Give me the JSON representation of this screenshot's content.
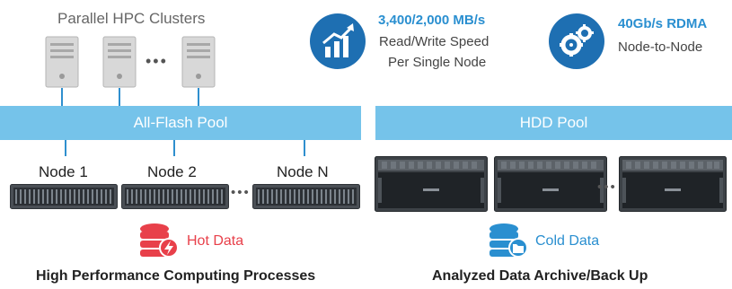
{
  "clusters": {
    "title": "Parallel HPC Clusters",
    "ellipsis": "•••"
  },
  "stats": {
    "speed": {
      "value": "3,400/2,000 MB/s",
      "line1": "Read/Write Speed",
      "line2": "Per Single Node",
      "icon": "rising-chart-icon"
    },
    "network": {
      "value": "40Gb/s RDMA",
      "line1": "Node-to-Node",
      "icon": "gears-icon"
    }
  },
  "pools": {
    "flash": "All-Flash Pool",
    "hdd": "HDD Pool"
  },
  "nodes": [
    "Node 1",
    "Node 2",
    "Node N"
  ],
  "storage_ellipsis": "•••",
  "hot_data": {
    "label": "Hot Data",
    "color": "#e8404a",
    "icon": "database-lightning-icon"
  },
  "cold_data": {
    "label": "Cold Data",
    "color": "#2a8fd0",
    "icon": "database-folder-icon"
  },
  "bottom": {
    "left": "High Performance Computing Processes",
    "right": "Analyzed Data Archive/Back Up"
  },
  "colors": {
    "accent": "#2a8fd0",
    "pool": "#75c3ea",
    "hot": "#e8404a"
  }
}
